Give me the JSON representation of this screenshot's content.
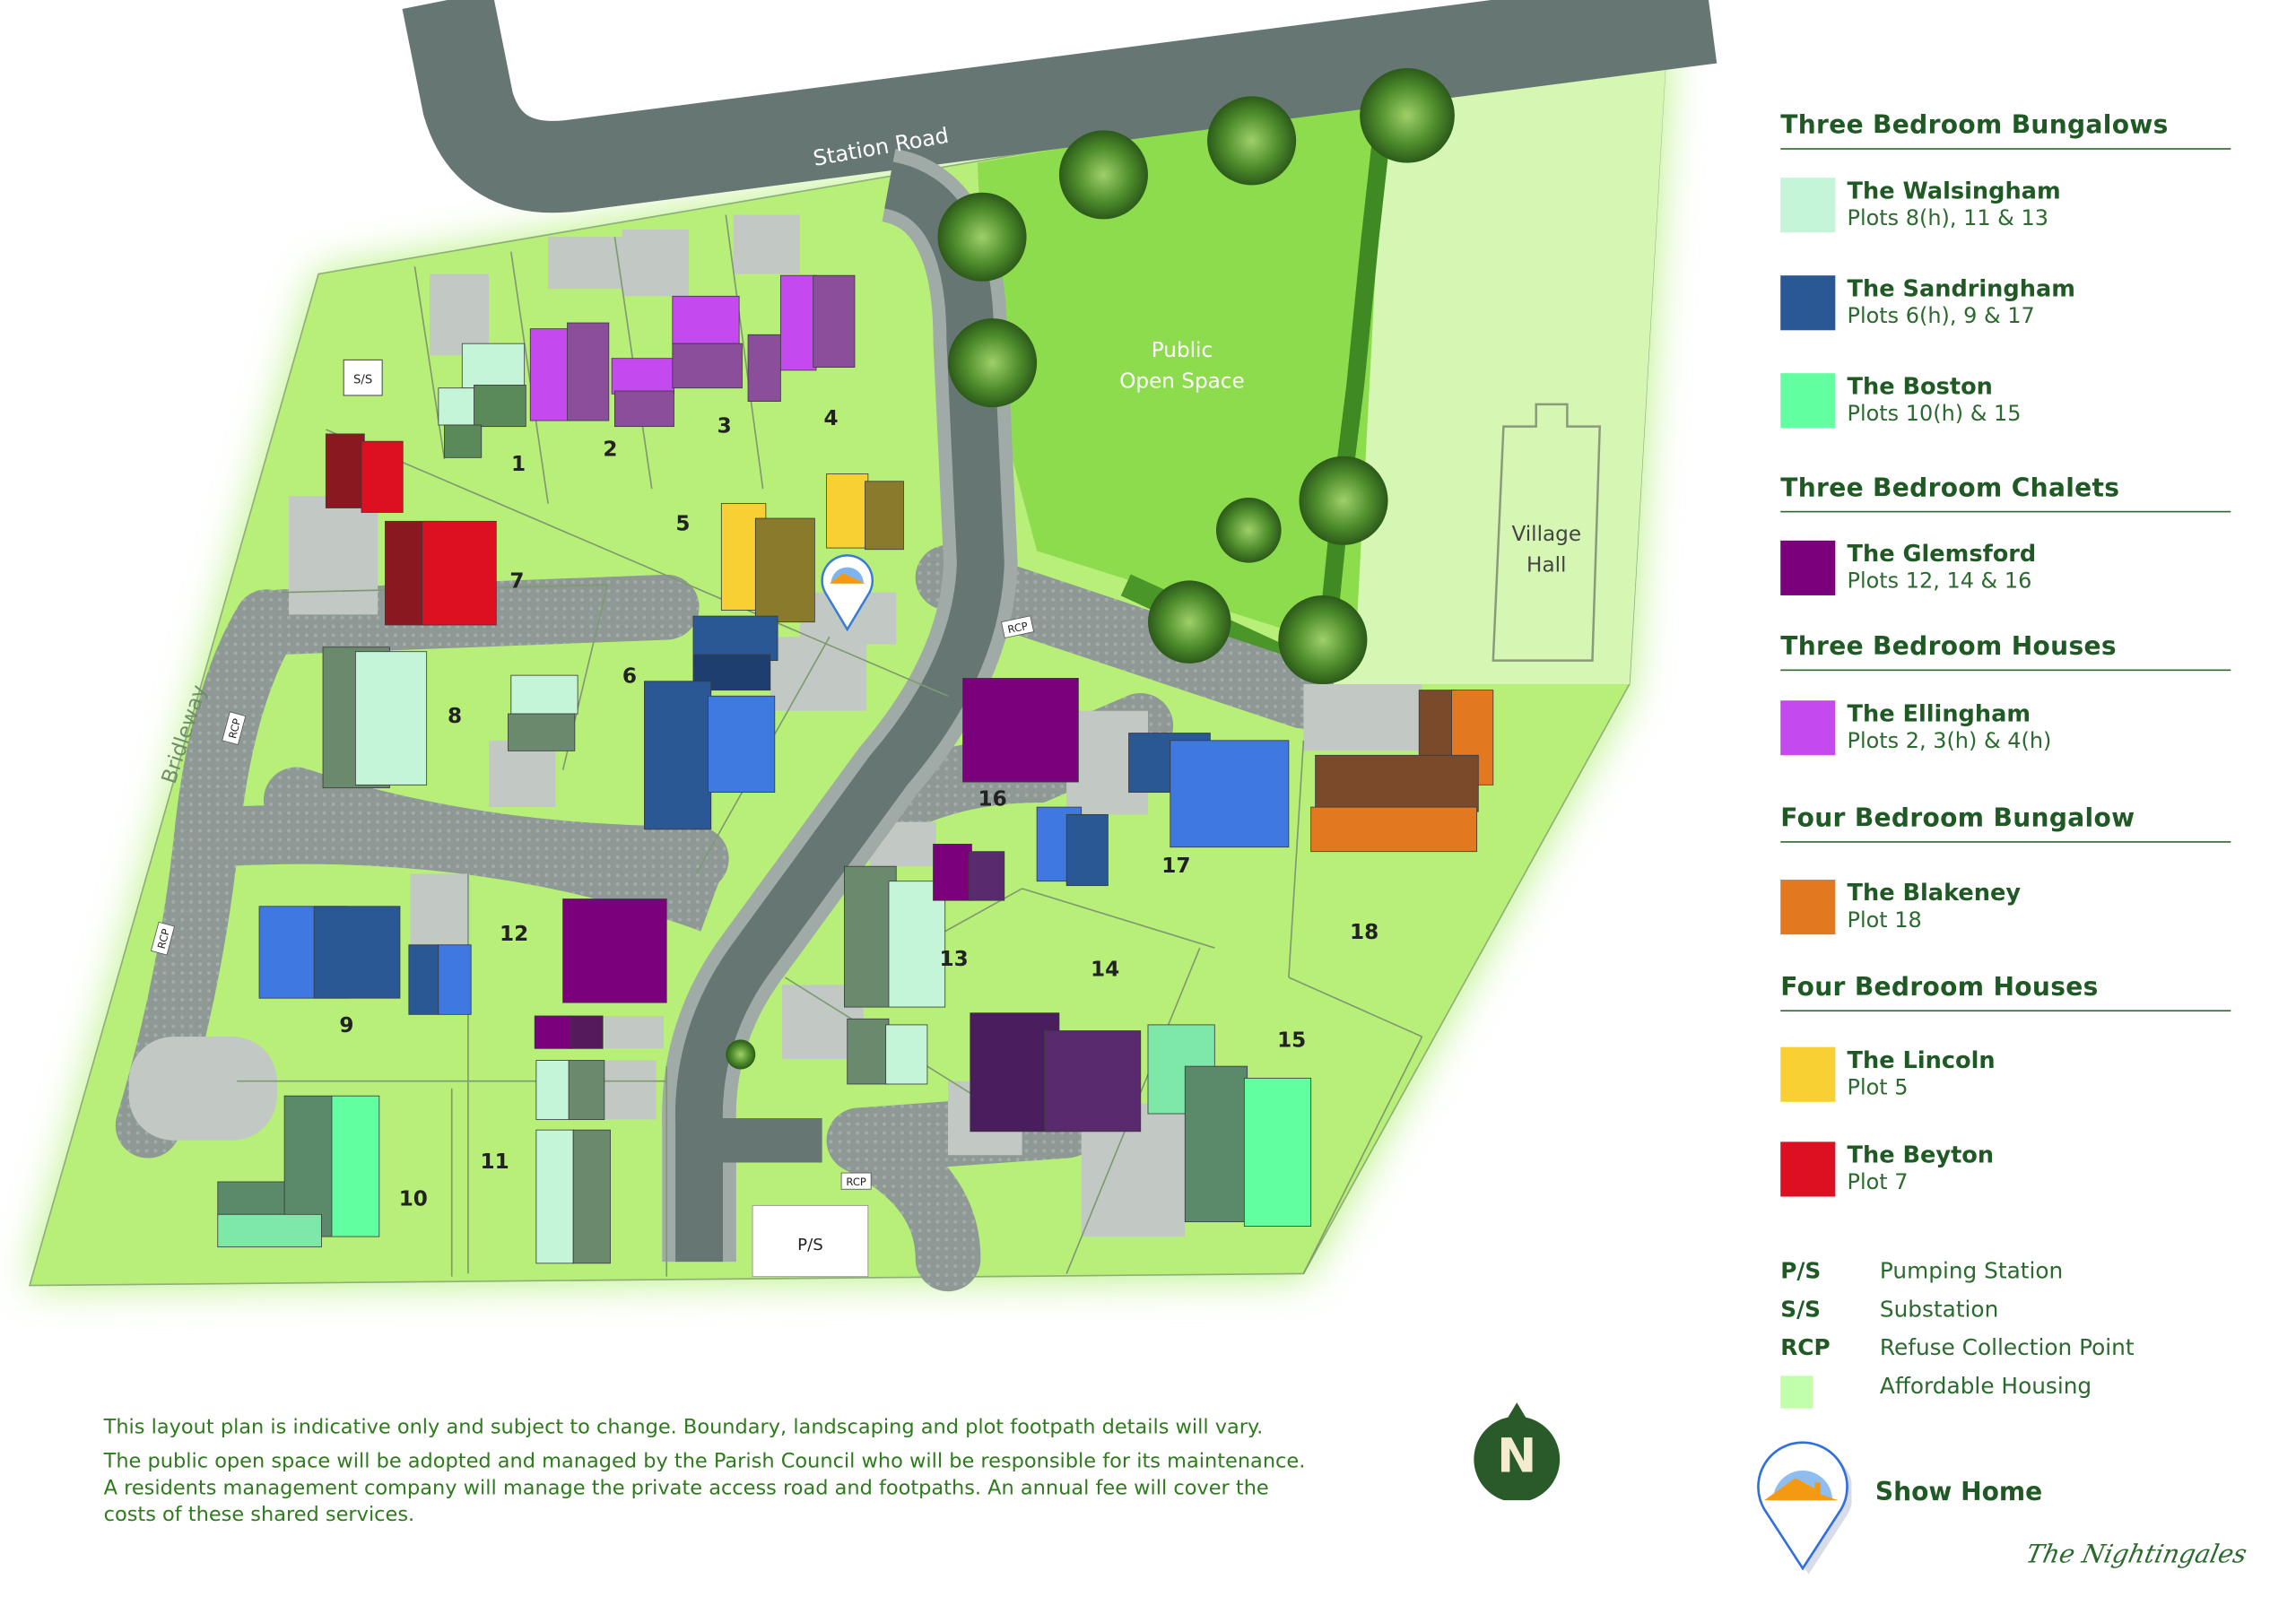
{
  "map": {
    "road_name": "Station Road",
    "bridleway_label": "Bridleway",
    "open_space_label": [
      "Public",
      "Open Space"
    ],
    "village_hall_label": [
      "Village",
      "Hall"
    ],
    "substation_tag": "S/S",
    "pumping_station_tag": "P/S",
    "rcp_tag": "RCP",
    "plots": [
      "1",
      "2",
      "3",
      "4",
      "5",
      "6",
      "7",
      "8",
      "9",
      "10",
      "11",
      "12",
      "13",
      "14",
      "15",
      "16",
      "17",
      "18"
    ],
    "show_home_icon": "map-pin-house-icon"
  },
  "colors": {
    "walsingham": "#c4f5d8",
    "sandringham": "#2a5894",
    "boston": "#62ffa0",
    "glemsford": "#7a007c",
    "ellingham": "#c44af0",
    "blakeney": "#e27820",
    "lincoln": "#f9d034",
    "beyton": "#dc1020",
    "affordable": "#c2ffaa",
    "text_green": "#1f5a24"
  },
  "legend": {
    "sections": [
      {
        "heading": "Three Bedroom Bungalows",
        "items": [
          {
            "name": "The Walsingham",
            "plots": "Plots 8(h), 11 & 13"
          },
          {
            "name": "The Sandringham",
            "plots": "Plots 6(h), 9 & 17"
          },
          {
            "name": "The Boston",
            "plots": "Plots 10(h) & 15"
          }
        ]
      },
      {
        "heading": "Three Bedroom Chalets",
        "items": [
          {
            "name": "The Glemsford",
            "plots": "Plots 12, 14 & 16"
          }
        ]
      },
      {
        "heading": "Three Bedroom Houses",
        "items": [
          {
            "name": "The Ellingham",
            "plots": "Plots 2, 3(h) & 4(h)"
          }
        ]
      },
      {
        "heading": "Four Bedroom Bungalow",
        "items": [
          {
            "name": "The Blakeney",
            "plots": "Plot 18"
          }
        ]
      },
      {
        "heading": "Four Bedroom Houses",
        "items": [
          {
            "name": "The Lincoln",
            "plots": "Plot 5"
          },
          {
            "name": "The Beyton",
            "plots": "Plot 7"
          }
        ]
      }
    ],
    "abbreviations": [
      {
        "code": "P/S",
        "meaning": "Pumping Station"
      },
      {
        "code": "S/S",
        "meaning": "Substation"
      },
      {
        "code": "RCP",
        "meaning": "Refuse Collection Point"
      },
      {
        "code": "",
        "meaning": "Affordable Housing"
      }
    ],
    "show_home": "Show Home",
    "brand": "The Nightingales"
  },
  "footer": {
    "line1": "This layout plan is indicative only and subject to change. Boundary, landscaping and plot footpath details will vary.",
    "line2": "The public open space will be adopted and managed by the Parish Council who will be responsible for its maintenance.",
    "line3": "A residents management company will manage the private access road and footpaths. An annual fee will cover the",
    "line4": "costs of these shared services.",
    "north": "N"
  }
}
